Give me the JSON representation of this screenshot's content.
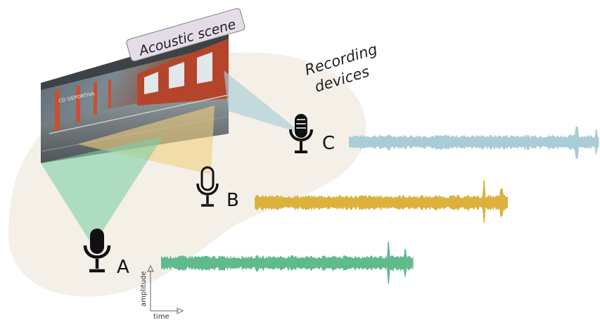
{
  "diagram": {
    "scene_label": "Acoustic scene",
    "group_label_line1": "Recording",
    "group_label_line2": "devices",
    "devices": [
      {
        "id": "A",
        "label": "A",
        "color": "#5fba8c"
      },
      {
        "id": "B",
        "label": "B",
        "color": "#dcb13c"
      },
      {
        "id": "C",
        "label": "C",
        "color": "#a9ccd6"
      }
    ],
    "axis": {
      "x_label": "time",
      "y_label": "amplitude"
    },
    "colors": {
      "region": "#f4f0e8",
      "beam_a": "#7fcfa6",
      "beam_b": "#f0cf7e",
      "beam_c": "#a9ccd6",
      "scene_label_bg": "#e4dde8",
      "mic": "#111111"
    }
  }
}
